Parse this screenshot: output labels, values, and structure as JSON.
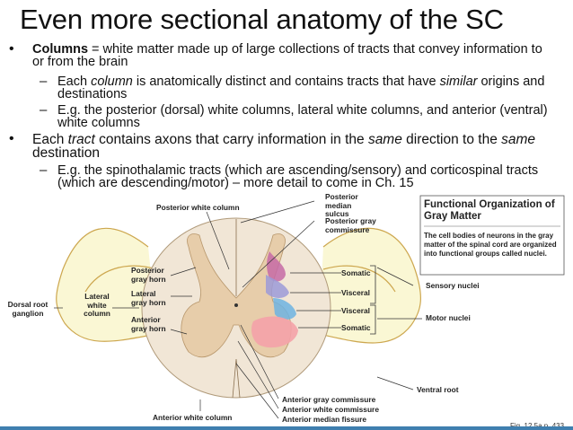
{
  "slide": {
    "title": "Even more sectional anatomy of the SC",
    "bullets": [
      {
        "strong": "Columns",
        "text": " = white matter made up of large collections of tracts that convey information to or from the brain",
        "sub": [
          {
            "parts": [
              "Each ",
              "column",
              " is anatomically distinct and contains tracts that have ",
              "similar",
              " origins and destinations"
            ]
          },
          {
            "parts": [
              "E.g. the posterior (dorsal) white columns, lateral white columns, and anterior (ventral) white columns"
            ]
          }
        ]
      },
      {
        "parts": [
          "Each ",
          "tract",
          " contains axons that carry information in the ",
          "same",
          " direction to the ",
          "same",
          " destination"
        ],
        "sub": [
          {
            "parts": [
              "E.g. the spinothalamic tracts (which are ascending/sensory) and corticospinal tracts (which are descending/motor) – more detail to come in Ch. 15"
            ]
          }
        ]
      }
    ]
  },
  "figure": {
    "labels": {
      "posterior_white_column": "Posterior white column",
      "posterior_median_sulcus": "Posterior median sulcus",
      "posterior_gray_commissure": "Posterior gray commissure",
      "posterior_gray_horn": "Posterior gray horn",
      "lateral_gray_horn": "Lateral gray horn",
      "anterior_gray_horn": "Anterior gray horn",
      "lateral_white_column": "Lateral white column",
      "dorsal_root_ganglion": "Dorsal root ganglion",
      "somatic_1": "Somatic",
      "visceral_1": "Visceral",
      "visceral_2": "Visceral",
      "somatic_2": "Somatic",
      "sensory_nuclei": "Sensory nuclei",
      "motor_nuclei": "Motor nuclei",
      "ventral_root": "Ventral root",
      "anterior_white_column": "Anterior white column",
      "anterior_gray_commissure": "Anterior gray commissure",
      "anterior_white_commissure": "Anterior white commissure",
      "anterior_median_fissure": "Anterior median fissure"
    },
    "box": {
      "title": "Functional Organization of Gray Matter",
      "text": "The cell bodies of neurons in the gray matter of the spinal cord are organized into functional groups called nuclei."
    },
    "fig_ref": "Fig. 12.5a p. 433",
    "colors": {
      "white_matter": "#f1e6d6",
      "gray_matter": "#e7cdaa",
      "somatic_sensory": "#c56aa6",
      "visceral_sensory": "#9c9ad8",
      "visceral_motor": "#6db3e2",
      "somatic_motor": "#f4a2a8",
      "accent_bar": "#3f7faf"
    }
  }
}
